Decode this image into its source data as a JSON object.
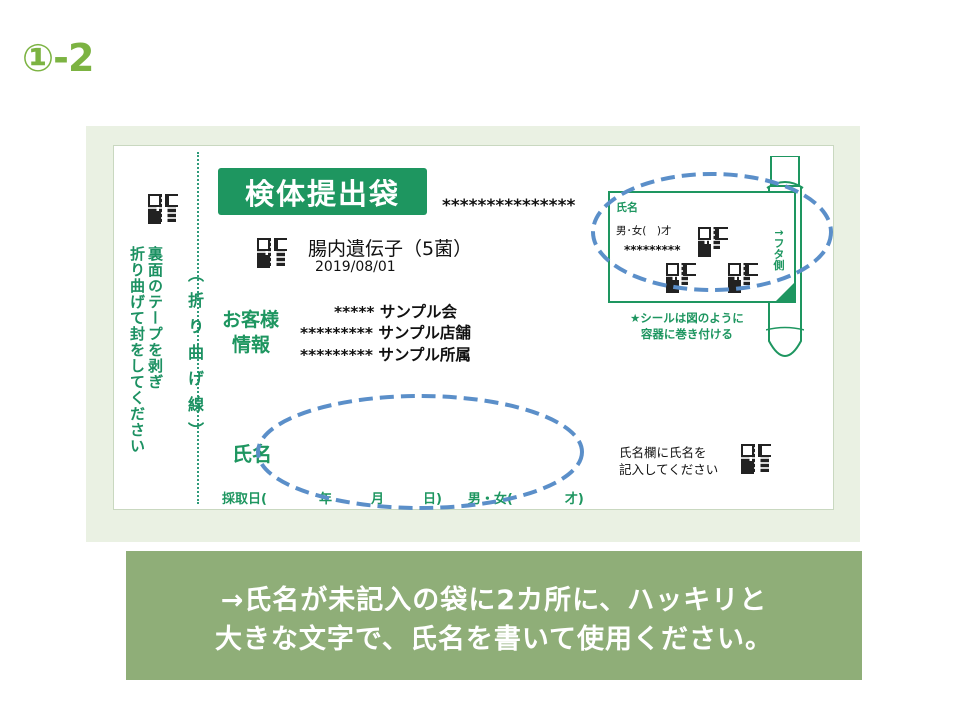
{
  "slide": {
    "title": "①-2"
  },
  "label": {
    "banner": "検体提出袋",
    "stars_top": "***************",
    "test_name": "腸内遺伝子（5菌）",
    "test_date": "2019/08/01",
    "fold_line_text": "（折り曲げ線）",
    "peel_text_col1": "裏面のテープを剥ぎ",
    "peel_text_col2": "折り曲げて封をしてください",
    "customer_label_1": "お客様",
    "customer_label_2": "情報",
    "customer_lines": [
      "***** サンプル会",
      "********* サンプル店舗",
      "********* サンプル所属"
    ],
    "name_label": "氏名",
    "date_row": "採取日(　　　　年　　　月　　　日)　　男・女(　　　　才)",
    "name_note_1": "氏名欄に氏名を",
    "name_note_2": "記入してください",
    "seal": {
      "name": "氏名",
      "gender": "男･女(　)才",
      "stars": "*********",
      "futa": "↑フタ側"
    },
    "seal_note_1": "★シールは図のように",
    "seal_note_2": "容器に巻き付ける"
  },
  "caption": {
    "line1": "→氏名が未記入の袋に2カ所に、ハッキリと",
    "line2": "大きな文字で、氏名を書いて使用ください。"
  },
  "colors": {
    "title_green": "#7cb342",
    "label_green": "#1e9660",
    "caption_bg": "#8fae78",
    "frame_bg": "#eaf1e3",
    "ellipse_blue": "#5b8fc9"
  }
}
